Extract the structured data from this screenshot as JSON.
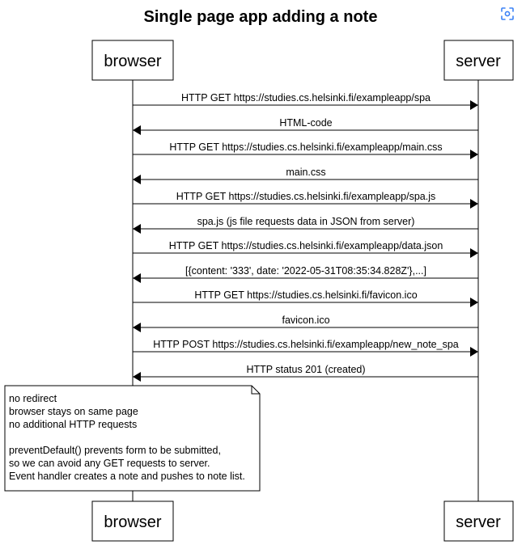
{
  "title": "Single page app adding a note",
  "actors": {
    "browser": "browser",
    "server": "server"
  },
  "messages": [
    {
      "from": "browser",
      "to": "server",
      "label": "HTTP GET https://studies.cs.helsinki.fi/exampleapp/spa"
    },
    {
      "from": "server",
      "to": "browser",
      "label": "HTML-code"
    },
    {
      "from": "browser",
      "to": "server",
      "label": "HTTP GET https://studies.cs.helsinki.fi/exampleapp/main.css"
    },
    {
      "from": "server",
      "to": "browser",
      "label": "main.css"
    },
    {
      "from": "browser",
      "to": "server",
      "label": "HTTP GET https://studies.cs.helsinki.fi/exampleapp/spa.js"
    },
    {
      "from": "server",
      "to": "browser",
      "label": "spa.js (js file requests data in JSON from server)"
    },
    {
      "from": "browser",
      "to": "server",
      "label": "HTTP GET https://studies.cs.helsinki.fi/exampleapp/data.json"
    },
    {
      "from": "server",
      "to": "browser",
      "label": "[{content: '333', date: '2022-05-31T08:35:34.828Z'},...]"
    },
    {
      "from": "browser",
      "to": "server",
      "label": "HTTP GET https://studies.cs.helsinki.fi/favicon.ico"
    },
    {
      "from": "server",
      "to": "browser",
      "label": "favicon.ico"
    },
    {
      "from": "browser",
      "to": "server",
      "label": "HTTP POST https://studies.cs.helsinki.fi/exampleapp/new_note_spa"
    },
    {
      "from": "server",
      "to": "browser",
      "label": "HTTP status 201 (created)"
    }
  ],
  "note": {
    "lines": [
      "no redirect",
      "browser stays on same page",
      "no additional HTTP requests",
      "",
      "preventDefault() prevents form to be submitted,",
      "so we can avoid any GET requests to server.",
      "Event handler creates a note and pushes to note list."
    ]
  },
  "icons": {
    "corner": "expand-icon",
    "corner_color": "#3b82f6"
  }
}
